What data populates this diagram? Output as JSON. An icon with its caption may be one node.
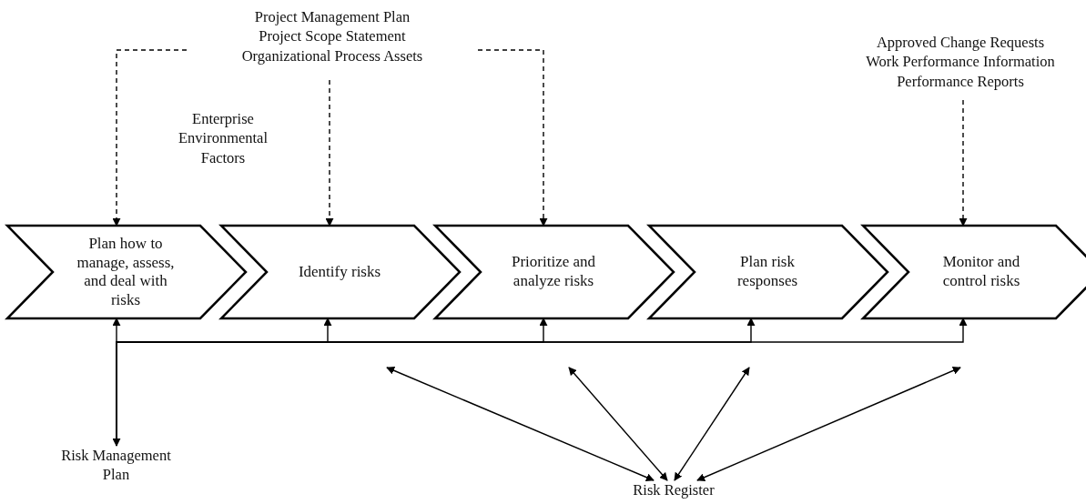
{
  "diagram": {
    "nodes": [
      {
        "text": [
          "Project Management Plan",
          "Project Scope Statement",
          "Organizational Process Assets"
        ]
      },
      {
        "text": [
          "Enterprise Environmental Factors"
        ]
      },
      {
        "text": [
          "Approved Change Requests",
          "Work Performance Information",
          "Performance Reports"
        ]
      },
      {
        "text": [
          "Plan how to manage, assess, and deal with risks"
        ]
      },
      {
        "text": [
          "Identify risks"
        ]
      },
      {
        "text": [
          "Prioritize and analyze risks"
        ]
      },
      {
        "text": [
          "Plan risk responses"
        ]
      },
      {
        "text": [
          "Monitor and control risks"
        ]
      },
      {
        "text": [
          "Risk Management Plan"
        ]
      },
      {
        "text": [
          "Risk Register"
        ]
      }
    ],
    "edges": [
      {
        "from": 0,
        "to": 3,
        "arrow": "to",
        "style": "dashed"
      },
      {
        "from": 0,
        "to": 4,
        "arrow": "to",
        "style": "dashed"
      },
      {
        "from": 0,
        "to": 5,
        "arrow": "to",
        "style": "dashed"
      },
      {
        "from": 2,
        "to": 7,
        "arrow": "to",
        "style": "dashed"
      },
      {
        "from": 3,
        "to": 8,
        "arrow": "both"
      },
      {
        "from": 8,
        "to": 4,
        "arrow": "to"
      },
      {
        "from": 8,
        "to": 5,
        "arrow": "to"
      },
      {
        "from": 8,
        "to": 6,
        "arrow": "to"
      },
      {
        "from": 8,
        "to": 7,
        "arrow": "to"
      },
      {
        "from": 4,
        "to": 9,
        "arrow": "both"
      },
      {
        "from": 5,
        "to": 9,
        "arrow": "both"
      },
      {
        "from": 6,
        "to": 9,
        "arrow": "both"
      },
      {
        "from": 7,
        "to": 9,
        "arrow": "both"
      }
    ]
  }
}
